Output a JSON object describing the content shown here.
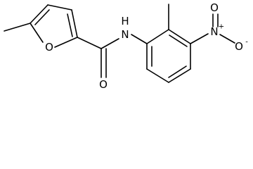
{
  "molecule": {
    "atoms": {
      "furan_oxygen": "O",
      "amide_nitrogen_h": "H",
      "amide_nitrogen": "N",
      "carbonyl_oxygen": "O",
      "nitro_nitrogen": "N",
      "nitro_nitrogen_charge": "+",
      "nitro_oxygen_top": "O",
      "nitro_oxygen_right": "O",
      "nitro_oxygen_right_charge": "-"
    },
    "colors": {
      "ink": "#000000",
      "background": "#ffffff"
    }
  }
}
